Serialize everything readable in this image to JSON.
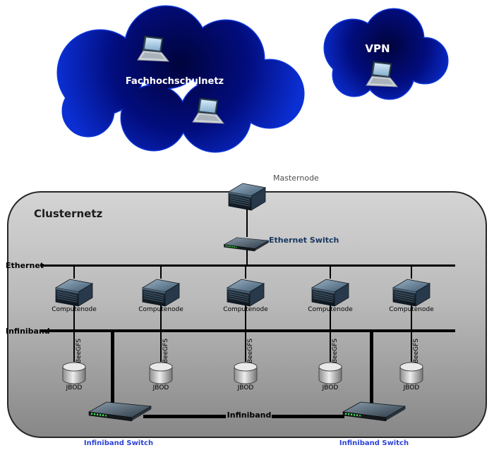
{
  "clouds": {
    "fachhochschulnetz": {
      "label": "Fachhochschulnetz"
    },
    "vpn": {
      "label": "VPN"
    }
  },
  "cluster": {
    "title": "Clusternetz",
    "masternode": {
      "label": "Masternode"
    },
    "ethernet_switch": {
      "label": "Ethernet Switch"
    },
    "ethernet_bus": {
      "label": "Ethernet"
    },
    "infiniband_bus": {
      "label": "Infiniband"
    },
    "infiniband_link": {
      "label": "Infiniband"
    },
    "computenodes": [
      {
        "label": "Computenode"
      },
      {
        "label": "Computenode"
      },
      {
        "label": "Computenode"
      },
      {
        "label": "Computenode"
      },
      {
        "label": "Computenode"
      }
    ],
    "storage": [
      {
        "fs": "BeeGFS",
        "device": "JBOD"
      },
      {
        "fs": "BeeGFS",
        "device": "JBOD"
      },
      {
        "fs": "BeeGFS",
        "device": "JBOD"
      },
      {
        "fs": "BeeGFS",
        "device": "JBOD"
      },
      {
        "fs": "BeeGFS",
        "device": "JBOD"
      }
    ],
    "infiniband_switches": [
      {
        "label": "Infiniband Switch"
      },
      {
        "label": "Infiniband Switch"
      }
    ]
  },
  "colors": {
    "cloud_fill_center": "#01033c",
    "cloud_fill_edge": "#0b2fd4",
    "cloud_stroke": "#0a33d6",
    "cluster_bg_top": "#d4d4d4",
    "cluster_bg_bottom": "#878787",
    "ethernet_switch_label": "#16365f",
    "infiniband_switch_label": "#2b43d6",
    "bus_line": "#000000",
    "led_green": "#39e14e"
  }
}
